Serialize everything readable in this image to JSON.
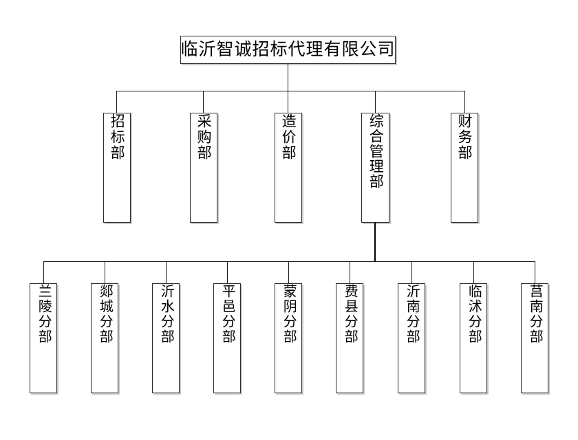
{
  "diagram": {
    "type": "organization-chart",
    "title": "临沂智诚招标代理有限公司",
    "orientation": "top-down",
    "colors": {
      "background": "#ffffff",
      "box_border": "#2b2b2b",
      "box_fill": "#ffffff",
      "box_shadow": "#c9c9c9",
      "connector": "#1a1a1a",
      "text": "#000000"
    },
    "root": {
      "label": "临沂智诚招标代理有限公司",
      "text_orientation": "horizontal"
    },
    "departments": [
      {
        "label": "招标部",
        "text_orientation": "vertical"
      },
      {
        "label": "采购部",
        "text_orientation": "vertical"
      },
      {
        "label": "造价部",
        "text_orientation": "vertical"
      },
      {
        "label": "综合管理部",
        "text_orientation": "vertical"
      },
      {
        "label": "财务部",
        "text_orientation": "vertical"
      }
    ],
    "branch_parent": "综合管理部",
    "branches": [
      {
        "label": "兰陵分部",
        "text_orientation": "vertical"
      },
      {
        "label": "郯城分部",
        "text_orientation": "vertical"
      },
      {
        "label": "沂水分部",
        "text_orientation": "vertical"
      },
      {
        "label": "平邑分部",
        "text_orientation": "vertical"
      },
      {
        "label": "蒙阴分部",
        "text_orientation": "vertical"
      },
      {
        "label": "费县分部",
        "text_orientation": "vertical"
      },
      {
        "label": "沂南分部",
        "text_orientation": "vertical"
      },
      {
        "label": "临沭分部",
        "text_orientation": "vertical"
      },
      {
        "label": "莒南分部",
        "text_orientation": "vertical"
      }
    ]
  }
}
